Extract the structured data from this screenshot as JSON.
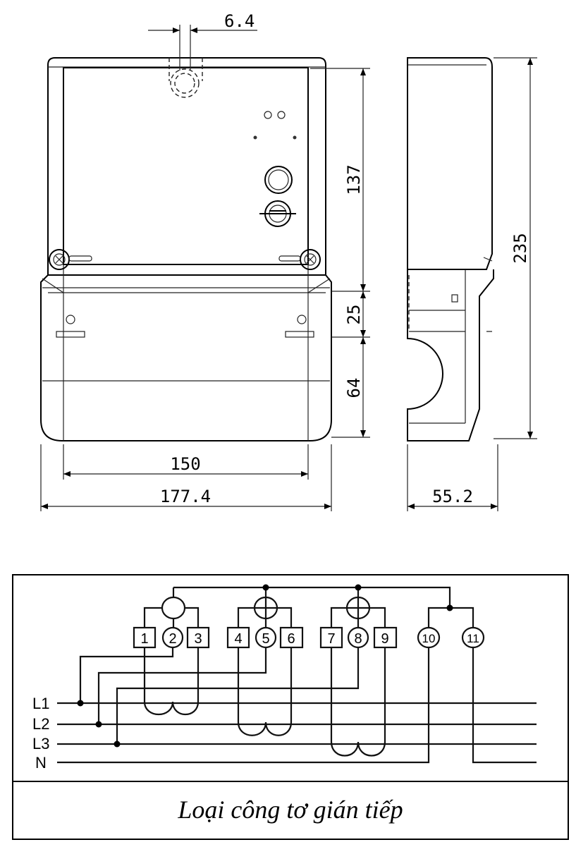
{
  "dimensions": {
    "hole_width": "6.4",
    "upper_height": "137",
    "middle_height": "25",
    "lower_height": "64",
    "inner_width": "150",
    "total_width": "177.4",
    "total_height": "235",
    "depth": "55.2"
  },
  "wiring": {
    "lines": [
      "L1",
      "L2",
      "L3",
      "N"
    ],
    "terminals": [
      "1",
      "2",
      "3",
      "4",
      "5",
      "6",
      "7",
      "8",
      "9",
      "10",
      "11"
    ]
  },
  "caption": "Loại công tơ gián tiếp"
}
